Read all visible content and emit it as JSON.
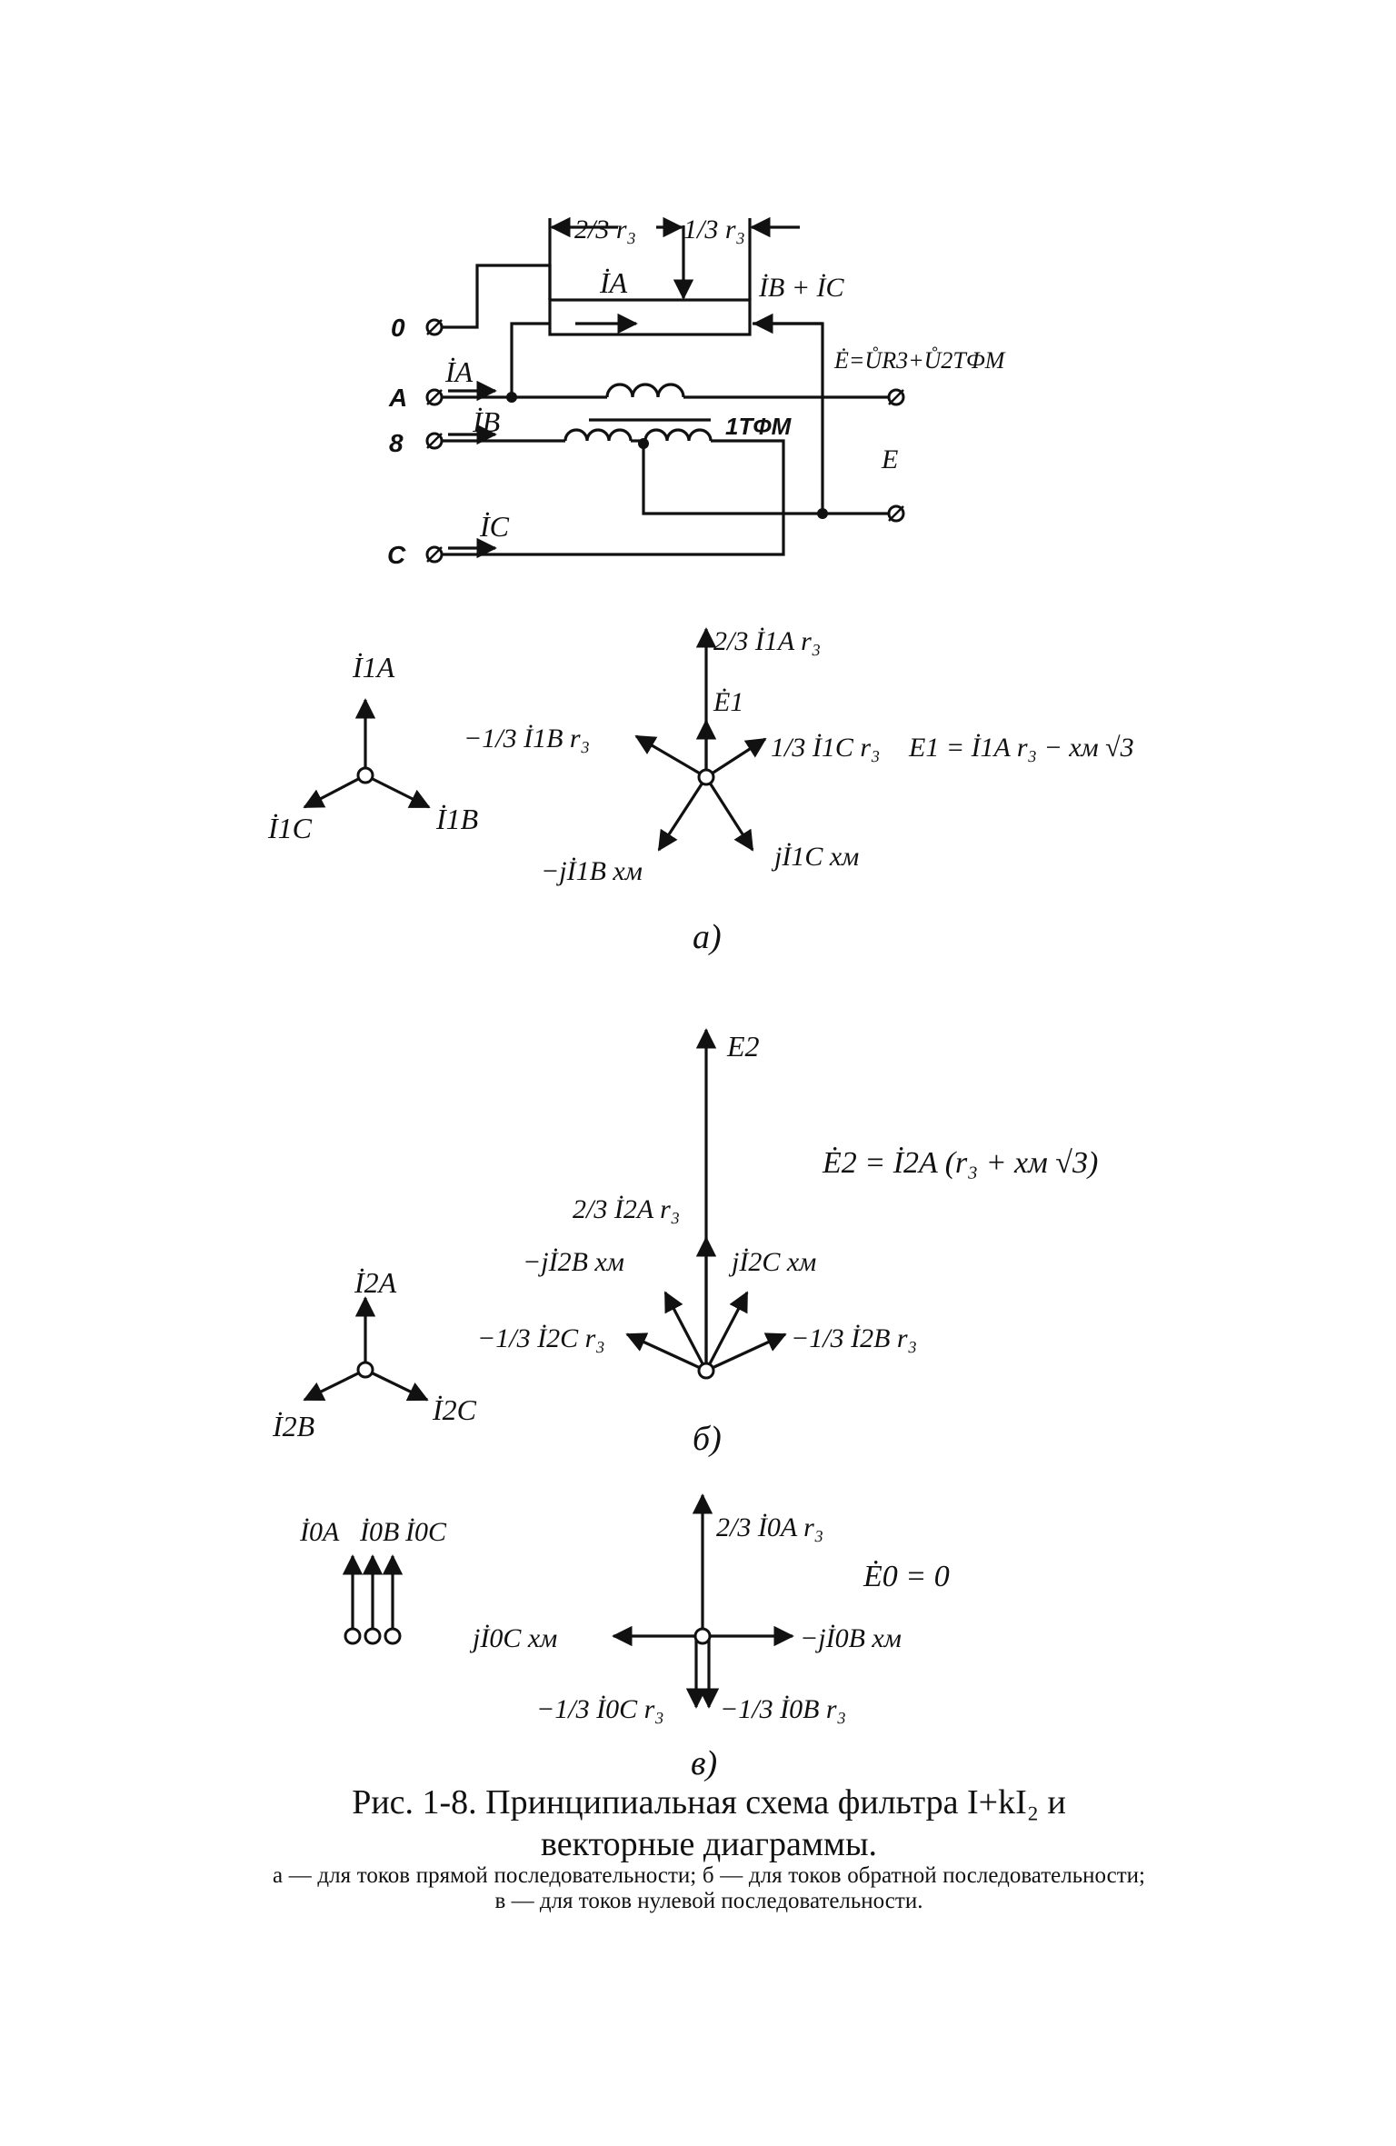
{
  "circuit": {
    "terminals": {
      "zero": "0",
      "a": "A",
      "b": "8",
      "c": "C"
    },
    "frac_two_thirds": "2/3 r₃",
    "frac_one_third": "1/3 r₃",
    "resistor_current": "İA",
    "phase_a_current": "İA",
    "phase_b_current": "İB",
    "phase_c_current": "İC",
    "return_current": "İB + İC",
    "emf_equation": "Ė=ŮR3+Ů2TФM",
    "transformer": "1TФM",
    "output": "E"
  },
  "panel_a": {
    "star": [
      "İ1A",
      "İ1C",
      "İ1B"
    ],
    "v_up": "2/3 İ1A r₃",
    "v_e1": "Ė1",
    "v_left": "−1/3 İ1B r₃",
    "v_right": "1/3 İ1C r₃",
    "v_down_left": "−jİ1B xм",
    "v_down_right": "jİ1C xм",
    "equation": "E1 = İ1A r₃ − xм √3",
    "label": "а)"
  },
  "panel_b": {
    "star": [
      "İ2A",
      "İ2B",
      "İ2C"
    ],
    "v_e2": "E2",
    "equation": "Ė2 = İ2A (r₃ + xм √3)",
    "v_up": "2/3 İ2A r₃",
    "v_left_upper": "−jİ2B xм",
    "v_right_upper": "jİ2C xм",
    "v_left_lower": "−1/3 İ2C r₃",
    "v_right_lower": "−1/3 İ2B r₃",
    "label": "б)"
  },
  "panel_c": {
    "currents": [
      "İ0A",
      "İ0B",
      "İ0C"
    ],
    "v_up": "2/3 İ0A r₃",
    "equation": "Ė0 = 0",
    "v_left": "jİ0C xм",
    "v_right": "−jİ0B xм",
    "v_down_left": "−1/3 İ0C r₃",
    "v_down_right": "−1/3 İ0B r₃",
    "label": "в)"
  },
  "caption": {
    "title": "Рис. 1-8. Принципиальная схема фильтра I+kI₂ и векторные диаграммы.",
    "subtitle": "а — для токов прямой последовательности; б — для токов обратной последовательности; в — для токов нулевой последовательности."
  }
}
